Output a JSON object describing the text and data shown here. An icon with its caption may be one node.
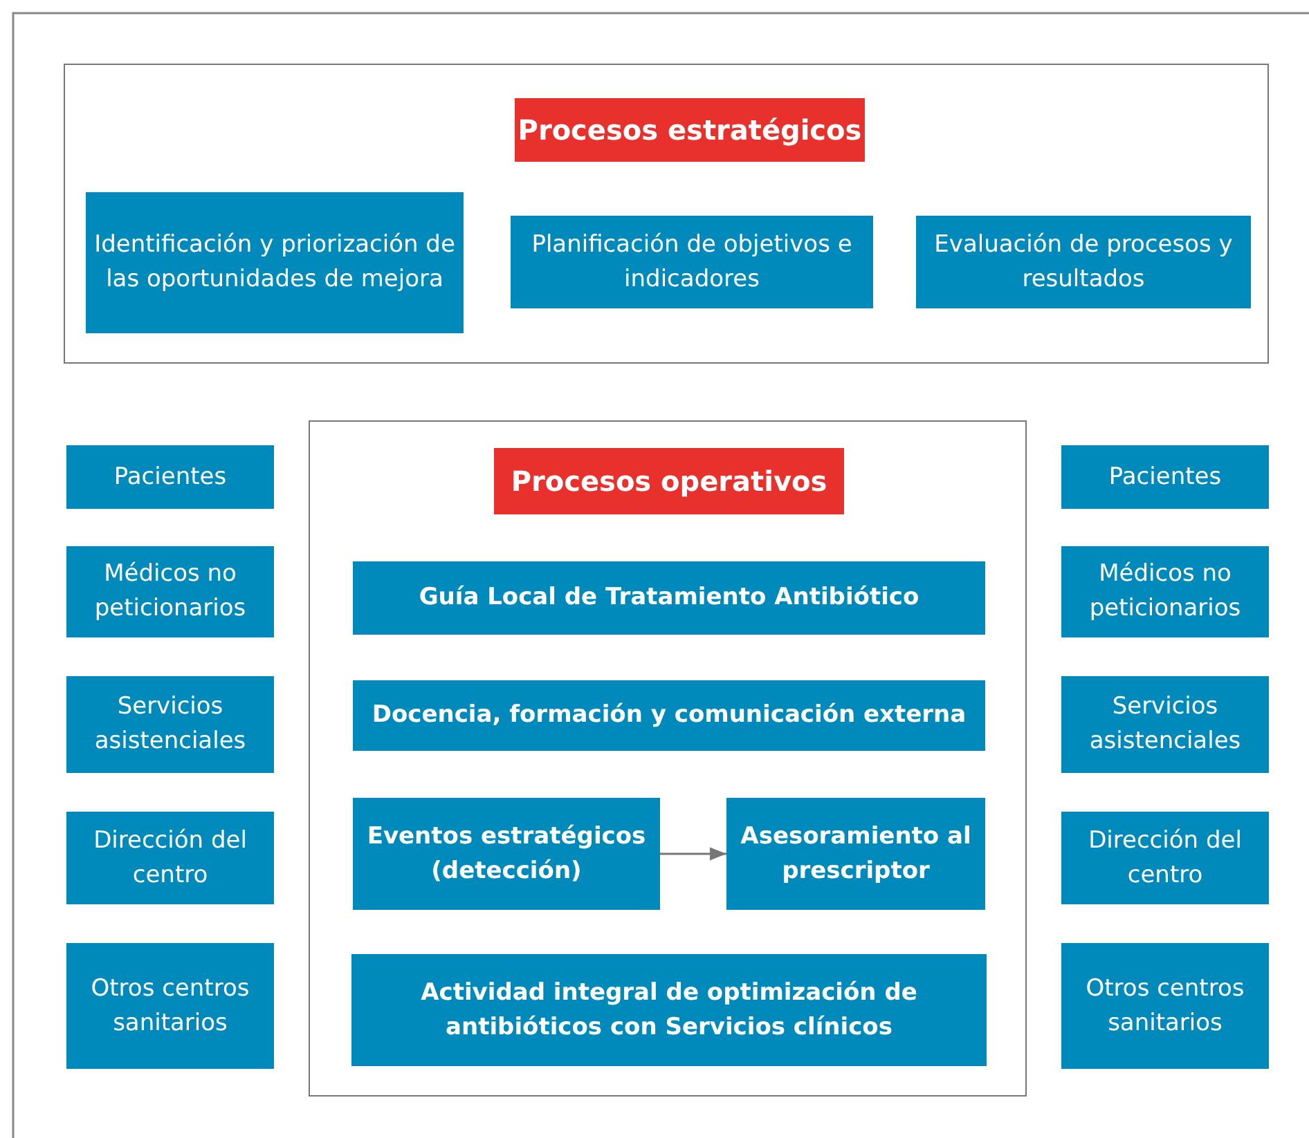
{
  "diagram": {
    "nodes": [
      {
        "text": [],
        "shape": "box"
      },
      {
        "text": [
          "Procesos estratégicos"
        ],
        "in": 0
      },
      {
        "text": [
          "Identificación y priorización de las oportunidades de mejora"
        ],
        "in": 0
      },
      {
        "text": [
          "Planificación de objetivos e indicadores"
        ],
        "in": 0
      },
      {
        "text": [
          "Evaluación de procesos y resultados"
        ],
        "in": 0
      },
      {
        "text": [
          "Pacientes"
        ]
      },
      {
        "text": [
          "Médicos no peticionarios"
        ]
      },
      {
        "text": [
          "Servicios asistenciales"
        ]
      },
      {
        "text": [
          "Dirección del centro"
        ]
      },
      {
        "text": [
          "Otros centros sanitarios"
        ]
      },
      {
        "text": [],
        "shape": "box"
      },
      {
        "text": [
          "Procesos operativos"
        ],
        "in": 10
      },
      {
        "text": [
          "Guía Local de Tratamiento Antibiótico"
        ],
        "in": 10
      },
      {
        "text": [
          "Docencia, formación y comunicación externa"
        ],
        "in": 10
      },
      {
        "text": [
          "Eventos estratégicos (detección)"
        ],
        "in": 10
      },
      {
        "text": [
          "Asesoramiento al prescriptor"
        ],
        "in": 10
      },
      {
        "text": [
          "Actividad integral de optimización de antibióticos con Servicios clínicos"
        ],
        "in": 10
      },
      {
        "text": [
          "Pacientes"
        ]
      },
      {
        "text": [
          "Médicos no peticionarios"
        ]
      },
      {
        "text": [
          "Servicios asistenciales"
        ]
      },
      {
        "text": [
          "Dirección del centro"
        ]
      },
      {
        "text": [
          "Otros centros sanitarios"
        ]
      }
    ],
    "edges": [
      {
        "from": 14,
        "to": 15,
        "arrow": "to"
      }
    ]
  }
}
